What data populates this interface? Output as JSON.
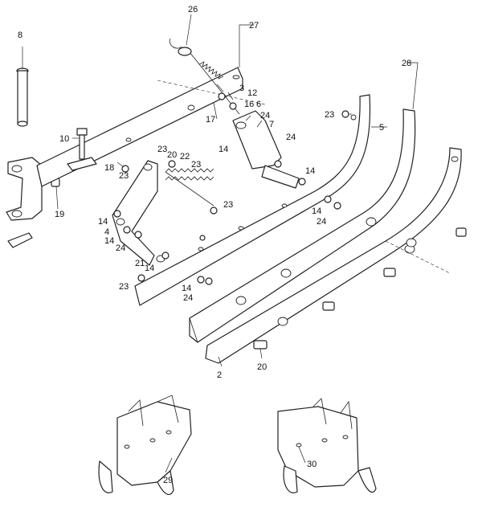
{
  "callouts": {
    "c2": "2",
    "c3": "3",
    "c4": "4",
    "c5": "5",
    "c6": "6",
    "c7": "7",
    "c8": "8",
    "c10": "10",
    "c12": "12",
    "c14a": "14",
    "c14b": "14",
    "c14c": "14",
    "c14d": "14",
    "c14e": "14",
    "c14f": "14",
    "c14g": "14",
    "c16": "16",
    "c17": "17",
    "c18": "18",
    "c19": "19",
    "c20a": "20",
    "c20b": "20",
    "c21": "21",
    "c22": "22",
    "c23a": "23",
    "c23b": "23",
    "c23c": "23",
    "c23d": "23",
    "c23e": "23",
    "c23f": "23",
    "c24a": "24",
    "c24b": "24",
    "c24c": "24",
    "c24d": "24",
    "c26": "26",
    "c27": "27",
    "c28": "28",
    "c29": "29",
    "c30": "30"
  }
}
